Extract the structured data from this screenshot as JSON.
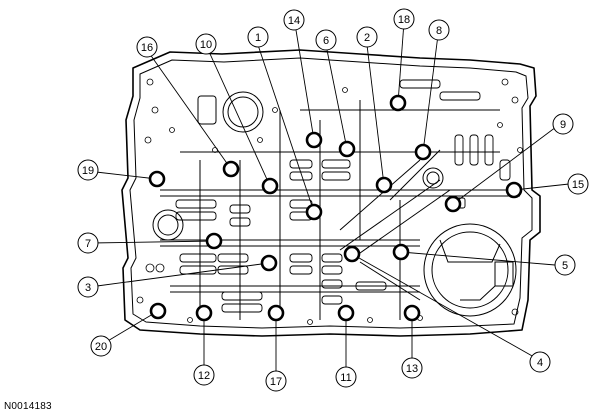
{
  "figure_id": "N0014183",
  "callouts": [
    {
      "label": "1"
    },
    {
      "label": "2"
    },
    {
      "label": "3"
    },
    {
      "label": "4"
    },
    {
      "label": "5"
    },
    {
      "label": "6"
    },
    {
      "label": "7"
    },
    {
      "label": "8"
    },
    {
      "label": "9"
    },
    {
      "label": "10"
    },
    {
      "label": "11"
    },
    {
      "label": "12"
    },
    {
      "label": "13"
    },
    {
      "label": "14"
    },
    {
      "label": "15"
    },
    {
      "label": "16"
    },
    {
      "label": "17"
    },
    {
      "label": "18"
    },
    {
      "label": "19"
    },
    {
      "label": "20"
    }
  ]
}
